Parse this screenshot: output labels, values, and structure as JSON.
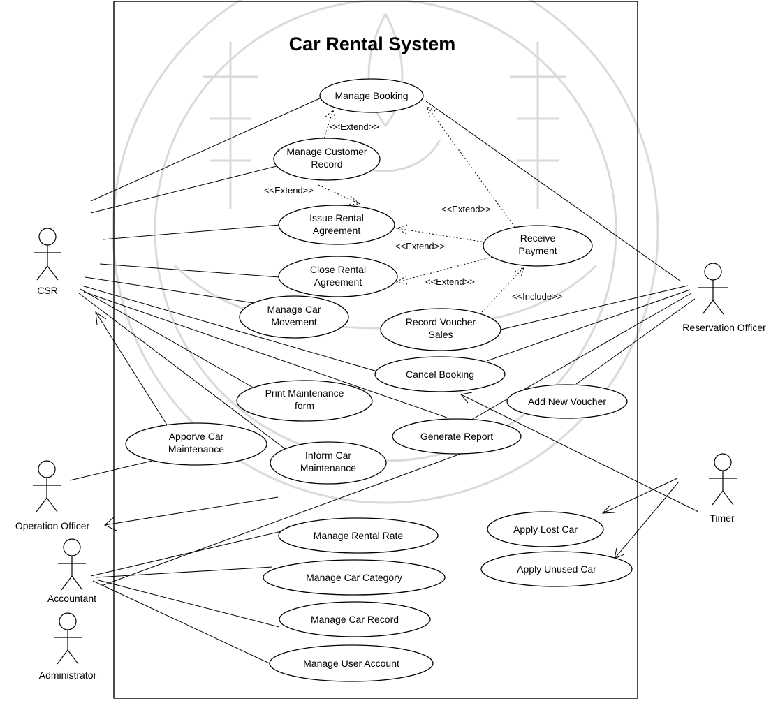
{
  "title": "Car Rental System",
  "actors": {
    "csr": "CSR",
    "reservation_officer": "Reservation Officer",
    "operation_officer": "Operation Officer",
    "accountant": "Accountant",
    "administrator": "Administrator",
    "timer": "Timer"
  },
  "use_cases": {
    "manage_booking": [
      "Manage Booking"
    ],
    "manage_customer_record": [
      "Manage Customer",
      "Record"
    ],
    "issue_rental_agreement": [
      "Issue Rental",
      "Agreement"
    ],
    "close_rental_agreement": [
      "Close Rental",
      "Agreement"
    ],
    "receive_payment": [
      "Receive",
      "Payment"
    ],
    "manage_car_movement": [
      "Manage Car",
      "Movement"
    ],
    "record_voucher_sales": [
      "Record Voucher",
      "Sales"
    ],
    "cancel_booking": [
      "Cancel Booking"
    ],
    "print_maintenance_form": [
      "Print Maintenance",
      "form"
    ],
    "add_new_voucher": [
      "Add New Voucher"
    ],
    "approve_car_maintenance": [
      "Apporve Car",
      "Maintenance"
    ],
    "generate_report": [
      "Generate Report"
    ],
    "inform_car_maintenance": [
      "Inform Car",
      "Maintenance"
    ],
    "apply_lost_car": [
      "Apply Lost Car"
    ],
    "apply_unused_car": [
      "Apply Unused Car"
    ],
    "manage_rental_rate": [
      "Manage Rental Rate"
    ],
    "manage_car_category": [
      "Manage Car Category"
    ],
    "manage_car_record": [
      "Manage Car Record"
    ],
    "manage_user_account": [
      "Manage User Account"
    ]
  },
  "relationships": {
    "extend_1": "<<Extend>>",
    "extend_2": "<<Extend>>",
    "extend_3": "<<Extend>>",
    "extend_4": "<<Extend>>",
    "extend_5": "<<Extend>>",
    "include_1": "<<Include>>"
  }
}
